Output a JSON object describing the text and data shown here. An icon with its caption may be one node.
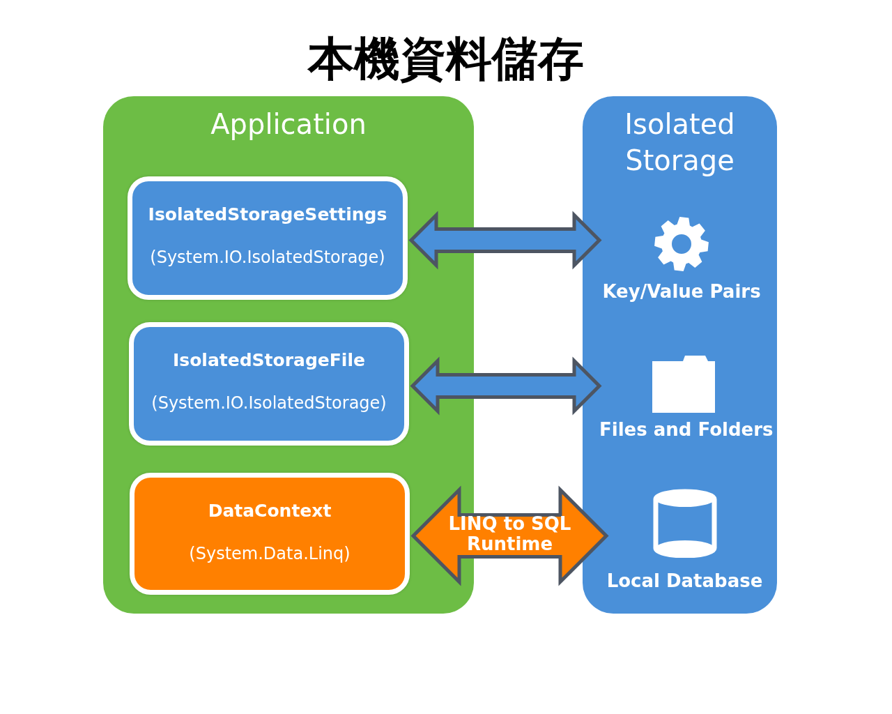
{
  "diagram": {
    "title": "本機資料儲存",
    "nodes": [
      {
        "text": [
          "Application"
        ]
      },
      {
        "text": [
          "IsolatedStorageSettings",
          "(System.IO.IsolatedStorage)"
        ],
        "in": 0
      },
      {
        "text": [
          "IsolatedStorageFile",
          "(System.IO.IsolatedStorage)"
        ],
        "in": 0
      },
      {
        "text": [
          "DataContext",
          "(System.Data.Linq)"
        ],
        "in": 0
      },
      {
        "text": [
          "Isolated Storage"
        ]
      },
      {
        "text": [
          "Key/Value Pairs"
        ],
        "in": 4
      },
      {
        "text": [
          "Files and Folders"
        ],
        "in": 4
      },
      {
        "text": [
          "Local Database"
        ],
        "in": 4
      }
    ],
    "edges": [
      {
        "from": 1,
        "to": 5,
        "arrow": "both"
      },
      {
        "from": 2,
        "to": 6,
        "arrow": "both"
      },
      {
        "from": 3,
        "to": 7,
        "arrow": "both",
        "label": "LINQ to SQL Runtime",
        "style": "thick",
        "color": "#ff8000"
      }
    ]
  }
}
